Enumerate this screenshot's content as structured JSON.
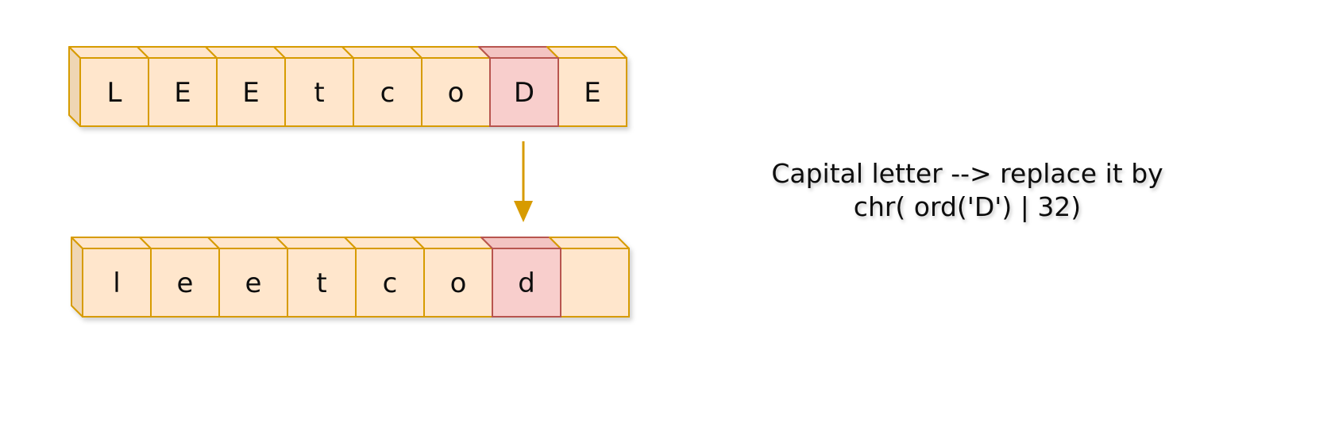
{
  "colors": {
    "cell_fill": "#ffe6cc",
    "cell_side": "#efd6b4",
    "cell_stroke": "#d79b00",
    "highlight_fill": "#f8cecc",
    "highlight_top": "#f3c4c2",
    "highlight_stroke": "#b85450",
    "arrow": "#d79b00"
  },
  "top_row": {
    "cells": [
      "L",
      "E",
      "E",
      "t",
      "c",
      "o",
      "D",
      "E"
    ],
    "highlight_index": 6
  },
  "bottom_row": {
    "cells": [
      "l",
      "e",
      "e",
      "t",
      "c",
      "o",
      "d",
      ""
    ],
    "highlight_index": 6
  },
  "caption": {
    "line1": "Capital letter --> replace it by",
    "line2": "chr( ord('D') | 32)"
  }
}
